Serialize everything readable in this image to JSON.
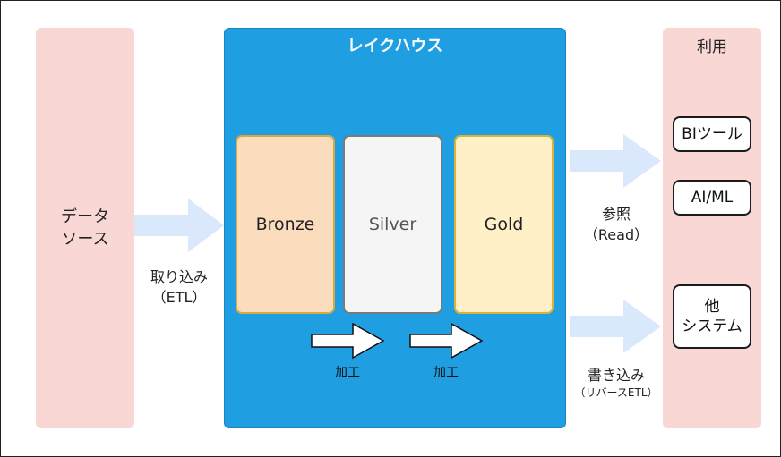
{
  "source": {
    "line1": "データ",
    "line2": "ソース"
  },
  "lakehouse": {
    "title": "レイクハウス",
    "layers": {
      "bronze": "Bronze",
      "silver": "Silver",
      "gold": "Gold"
    },
    "process_label_1": "加工",
    "process_label_2": "加工"
  },
  "ingest": {
    "line1": "取り込み",
    "line2": "（ETL）"
  },
  "read": {
    "line1": "参照",
    "line2": "（Read）"
  },
  "write": {
    "line1": "書き込み",
    "line2": "（リバースETL）"
  },
  "usage": {
    "title": "利用",
    "bi": "BIツール",
    "aiml": "AI/ML",
    "other_line1": "他",
    "other_line2": "システム"
  },
  "colors": {
    "panel_pink": "#f8d7d5",
    "lake_blue": "#1f9fe2",
    "arrow_light_blue": "#dae8fc",
    "bronze_fill": "#fbdcbd",
    "silver_fill": "#f5f5f5",
    "gold_fill": "#fff0c7"
  }
}
